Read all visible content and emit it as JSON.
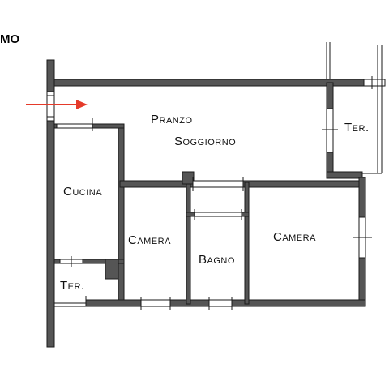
{
  "header": {
    "floor_label_fragment": "MO"
  },
  "colors": {
    "wall": "#555555",
    "wall_outline": "#1a1a1a",
    "arrow": "#e53a2a",
    "background": "#ffffff"
  },
  "icons": {
    "entrance": "red-entrance-arrow"
  },
  "rooms": {
    "pranzo": "Pranzo",
    "soggiorno": "Soggiorno",
    "terrace_top_right": "Ter.",
    "cucina": "Cucina",
    "camera_center": "Camera",
    "bagno": "Bagno",
    "camera_right": "Camera",
    "terrace_bottom_left": "Ter."
  }
}
